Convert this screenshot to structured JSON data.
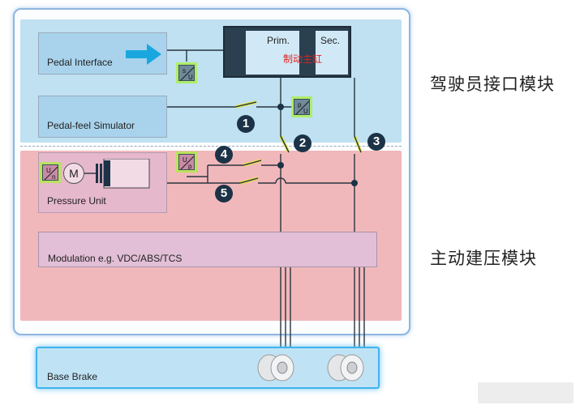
{
  "modules": {
    "driver_interface_zh": "驾驶员接口模块",
    "active_pressure_zh": "主动建压模块"
  },
  "boxes": {
    "pedal_interface": "Pedal Interface",
    "pedal_feel_simulator": "Pedal-feel Simulator",
    "pressure_unit": "Pressure Unit",
    "modulation": "Modulation e.g. VDC/ABS/TCS",
    "base_brake": "Base Brake"
  },
  "master_cylinder": {
    "primary": "Prim.",
    "secondary": "Sec.",
    "name_zh": "制动主缸"
  },
  "motor_label": "M",
  "sensors": {
    "pedal_travel": {
      "top": "s",
      "bottom": "U"
    },
    "pressure_primary": {
      "top": "p",
      "bottom": "U"
    },
    "pressure_unit": {
      "top": "U",
      "bottom": "p"
    },
    "motor_angle": {
      "top": "U",
      "bottom": "n"
    }
  },
  "valves": [
    "1",
    "2",
    "3",
    "4",
    "5"
  ],
  "colors": {
    "driver_zone": "#bfe1f1",
    "pressure_zone": "#f1b8bb",
    "callout": "#1c3246",
    "sensor_glow": "#aaf03c",
    "arrow": "#1aa7e0"
  }
}
